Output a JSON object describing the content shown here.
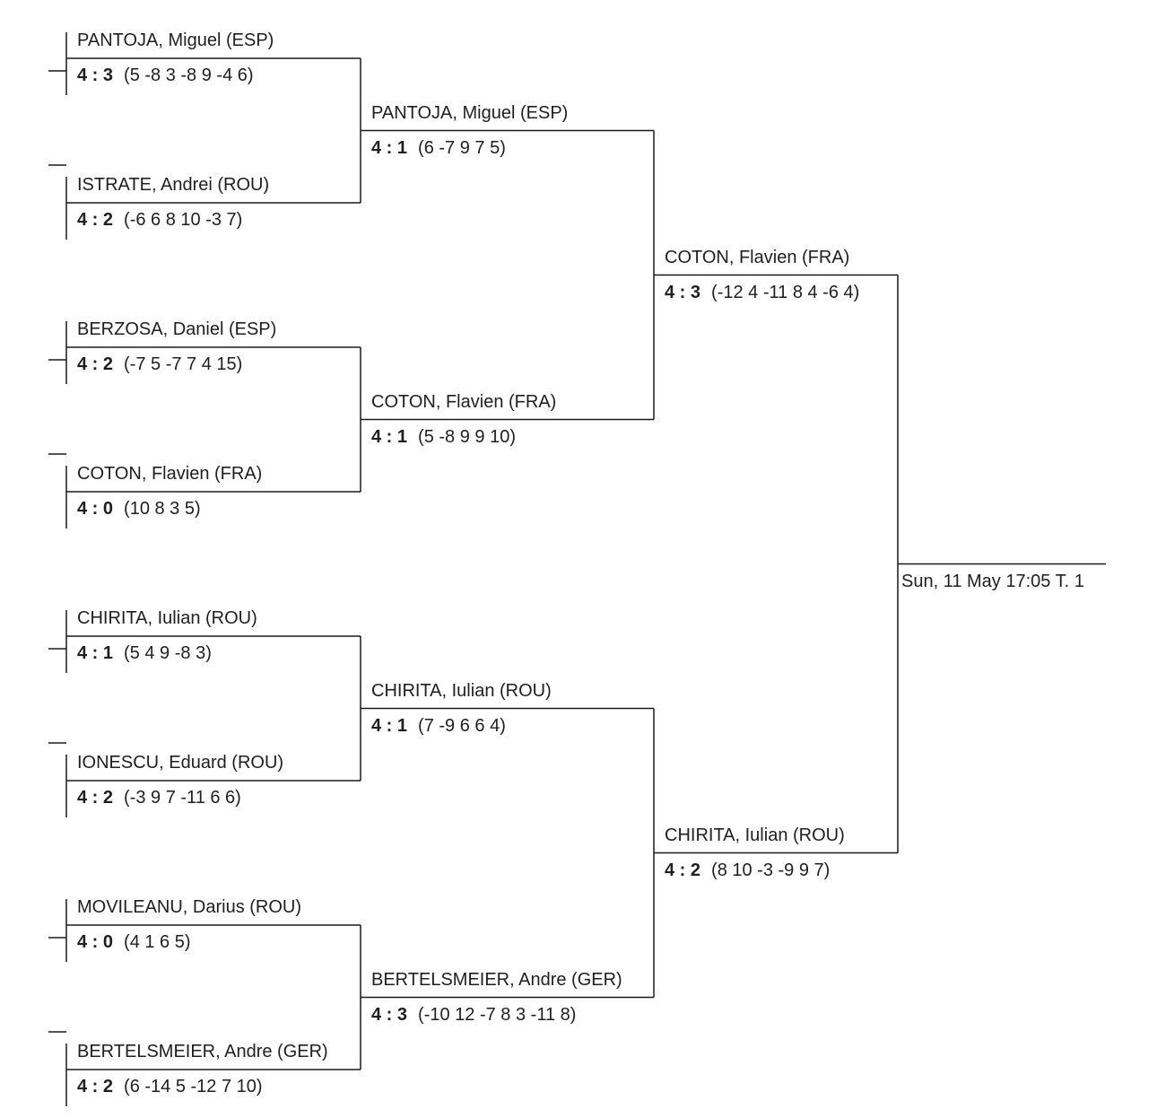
{
  "rounds": [
    [
      {
        "name": "PANTOJA, Miguel  (ESP)",
        "score": "4 : 3",
        "sets": "(5 -8 3 -8 9 -4 6)"
      },
      {
        "name": "ISTRATE, Andrei  (ROU)",
        "score": "4 : 2",
        "sets": "(-6 6 8 10 -3 7)"
      },
      {
        "name": "BERZOSA, Daniel  (ESP)",
        "score": "4 : 2",
        "sets": "(-7 5 -7 7 4 15)"
      },
      {
        "name": "COTON, Flavien  (FRA)",
        "score": "4 : 0",
        "sets": "(10 8 3 5)"
      },
      {
        "name": "CHIRITA, Iulian  (ROU)",
        "score": "4 : 1",
        "sets": "(5 4 9 -8 3)"
      },
      {
        "name": "IONESCU, Eduard  (ROU)",
        "score": "4 : 2",
        "sets": "(-3 9 7 -11 6 6)"
      },
      {
        "name": "MOVILEANU, Darius  (ROU)",
        "score": "4 : 0",
        "sets": "(4 1 6 5)"
      },
      {
        "name": "BERTELSMEIER, Andre  (GER)",
        "score": "4 : 2",
        "sets": "(6 -14 5 -12 7 10)"
      }
    ],
    [
      {
        "name": "PANTOJA, Miguel  (ESP)",
        "score": "4 : 1",
        "sets": "(6 -7 9 7 5)"
      },
      {
        "name": "COTON, Flavien  (FRA)",
        "score": "4 : 1",
        "sets": "(5 -8 9 9 10)"
      },
      {
        "name": "CHIRITA, Iulian  (ROU)",
        "score": "4 : 1",
        "sets": "(7 -9 6 6 4)"
      },
      {
        "name": "BERTELSMEIER, Andre  (GER)",
        "score": "4 : 3",
        "sets": "(-10 12 -7 8 3 -11 8)"
      }
    ],
    [
      {
        "name": "COTON, Flavien  (FRA)",
        "score": "4 : 3",
        "sets": "(-12 4 -11 8 4 -6 4)"
      },
      {
        "name": "CHIRITA, Iulian  (ROU)",
        "score": "4 : 2",
        "sets": "(8 10 -3 -9 9 7)"
      }
    ]
  ],
  "final": {
    "info": "Sun, 11 May 17:05  T. 1"
  },
  "colors": {
    "line": "#1a1a1a",
    "text": "#1f1f1f"
  }
}
